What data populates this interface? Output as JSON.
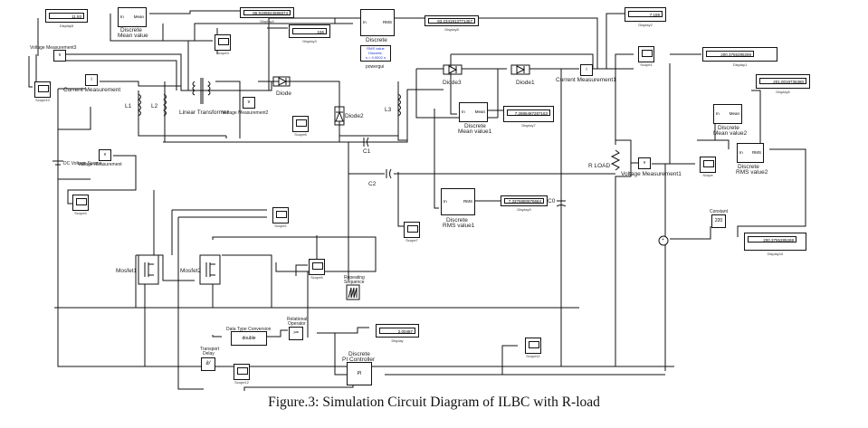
{
  "caption": "Figure.3: Simulation Circuit Diagram of ILBC with R-load",
  "blocks": {
    "voltage_measurement3": "Voltage Measurement3",
    "current_measurement": "Current Measurement",
    "current_measurement1": "Current Measurement1",
    "voltage_measurement": "Voltage Measurement",
    "voltage_measurement1": "Voltage Measurement1",
    "voltage_measurement2": "Voltage Measurement2",
    "dc_voltage_source": "DC Voltage Source",
    "linear_transformer": "Linear Transformer",
    "l1": "L1",
    "l2": "L2",
    "l3": "L3",
    "c1": "C1",
    "c2": "C2",
    "c0": "C0",
    "diode": "Diode",
    "diode1": "Diode1",
    "diode2": "Diode2",
    "diode3": "Diode3",
    "r_load": "R LOAD",
    "mosfet1": "Mosfet1",
    "mosfet2": "Mosfet2",
    "discrete_mean_value": {
      "line1": "Discrete",
      "line2": "Mean value",
      "in": "In",
      "out": "Mean"
    },
    "discrete_mean_value1": {
      "line1": "Discrete",
      "line2": "Mean value1",
      "in": "In",
      "out": "Mean"
    },
    "discrete_mean_value2": {
      "line1": "Discrete",
      "line2": "Mean value2",
      "in": "In",
      "out": "Mean"
    },
    "discrete_rms": {
      "line1": "Discrete",
      "line2": "RMS value",
      "in": "In",
      "out": "RMS"
    },
    "discrete_rms1": {
      "line1": "Discrete",
      "line2": "RMS value1",
      "in": "In",
      "out": "RMS"
    },
    "discrete_rms2": {
      "line1": "Discrete",
      "line2": "RMS value2",
      "in": "In",
      "out": "RMS"
    },
    "powergui": {
      "line1": "RMS value",
      "line2": "Discrete,",
      "line3": "s = 0.0002 s",
      "name": "powergui"
    },
    "constant": {
      "name": "Constant",
      "value": "220"
    },
    "sum": "+",
    "repeating_sequence": {
      "line1": "Repeating",
      "line2": "Sequence"
    },
    "relational_operator": {
      "line1": "Relational",
      "line2": "Operator",
      "symbol": ">="
    },
    "data_type_conversion": {
      "name": "Data Type Conversion",
      "value": "double"
    },
    "transport_delay": {
      "line1": "Transport",
      "line2": "Delay"
    },
    "pi_controller": {
      "line1": "Discrete",
      "line2": "PI Controller",
      "label": "PI"
    }
  },
  "displays": [
    {
      "name": "Display5",
      "value": "11.93"
    },
    {
      "name": "Display4",
      "value": "86.9199824596874"
    },
    {
      "name": "Display3",
      "value": "156"
    },
    {
      "name": "Display8",
      "value": "83.2341813771457"
    },
    {
      "name": "Display2",
      "value": "7.159"
    },
    {
      "name": "Display7",
      "value": "7.2886487287163"
    },
    {
      "name": "Display9",
      "value": "7.3376880876684"
    },
    {
      "name": "Display1",
      "value": "200.3755285269"
    },
    {
      "name": "Display6",
      "value": "201.0019735380"
    },
    {
      "name": "Display10",
      "value": "200.3755285269"
    },
    {
      "name": "Display",
      "value": "2.00487"
    }
  ],
  "scopes": {
    "scope10": "Scope10",
    "scope3": "Scope3",
    "scope6": "Scope6",
    "scope1": "Scope1",
    "scope": "Scope",
    "scope2": "Scope2",
    "scope4": "Scope4",
    "scope5": "Scope5",
    "scope7": "Scope7",
    "scope8": "Scope8",
    "scope11": "Scope11",
    "scope12": "Scope12"
  }
}
